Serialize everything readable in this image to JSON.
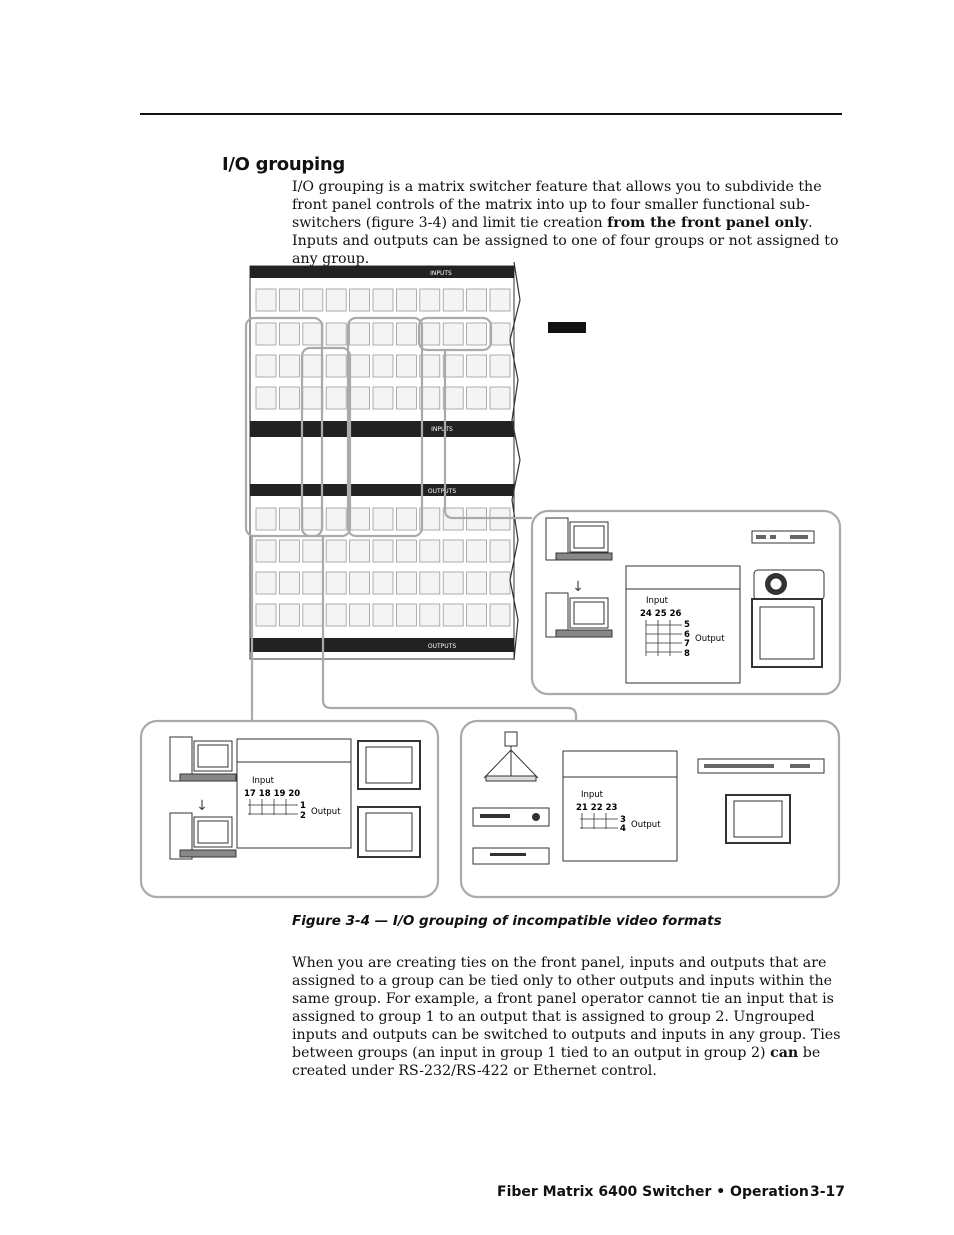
{
  "heading": "I/O grouping",
  "intro": {
    "t1": "I/O grouping is a matrix switcher feature that allows you to subdivide the front panel controls of the matrix into up to four smaller functional sub-switchers (figure 3-4) and limit tie creation ",
    "b1": "from the front panel only",
    "t2": ".  Inputs and outputs can be assigned to one of four groups or not assigned to any group."
  },
  "figure": {
    "panel_labels": {
      "inputs_top": "INPUTS",
      "inputs_mid": "INPUTS",
      "outputs_top": "OUTPUTS",
      "outputs_bottom": "OUTPUTS"
    },
    "group_right": {
      "input_label": "Input",
      "inputs": "24 25 26",
      "outputs": [
        "5",
        "6",
        "7",
        "8"
      ],
      "output_label": "Output"
    },
    "group_left": {
      "input_label": "Input",
      "inputs": "17 18 19 20",
      "outputs": [
        "1",
        "2"
      ],
      "output_label": "Output"
    },
    "group_center": {
      "input_label": "Input",
      "inputs": "21 22 23",
      "outputs": [
        "3",
        "4"
      ],
      "output_label": "Output"
    },
    "caption": "Figure 3-4 — I/O grouping of incompatible video formats"
  },
  "body": {
    "t1": "When you are creating ties on the front panel, inputs and outputs that are assigned to a group can be tied only to other outputs and inputs within the same group.  For example, a front panel operator cannot tie an input that is assigned to group 1 to an output that is assigned to group 2.  Ungrouped inputs and outputs can be switched to outputs and inputs in any group.  Ties between groups (an input in group 1 tied to an output in group 2) ",
    "b1": "can",
    "t2": " be created under RS-232/RS-422 or Ethernet control."
  },
  "footer": {
    "title": "Fiber Matrix 6400 Switcher • Operation",
    "page": "3-17"
  }
}
